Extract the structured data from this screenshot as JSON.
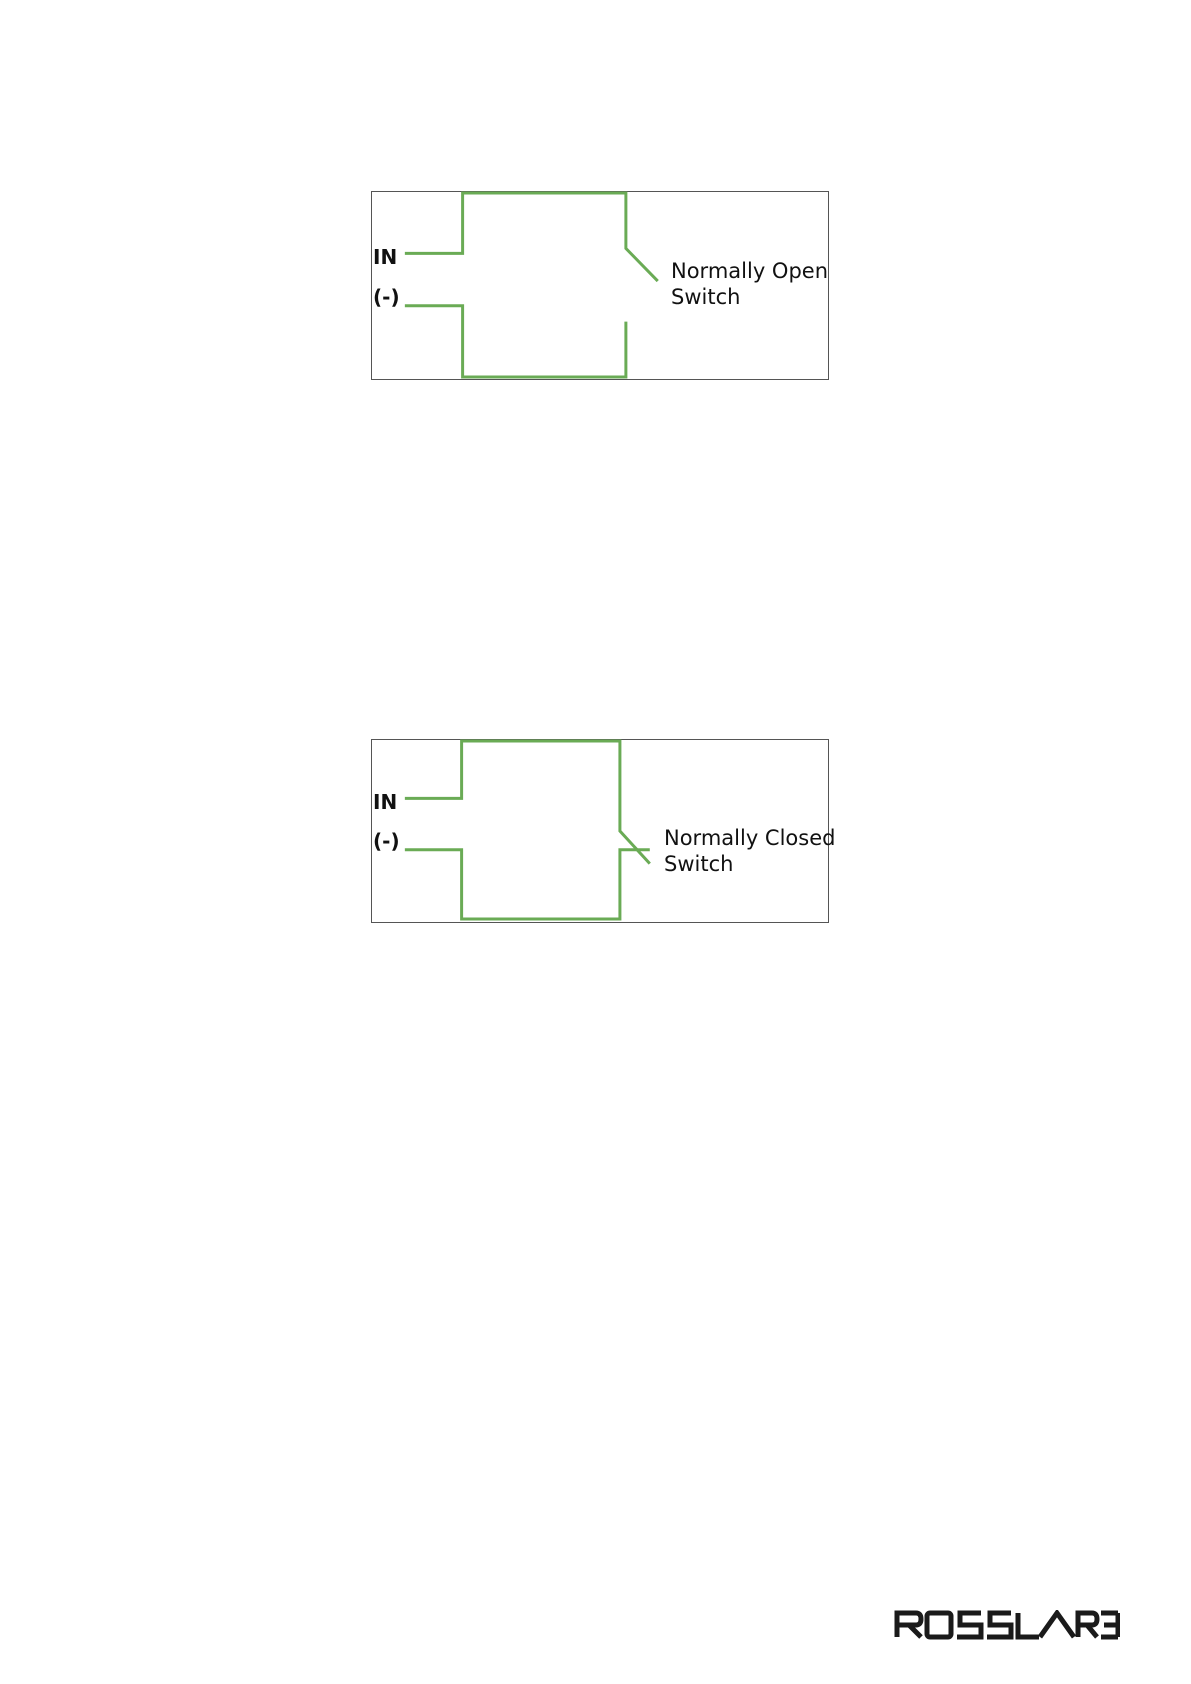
{
  "diagrams": [
    {
      "terminal_in": "IN",
      "terminal_neg": "(-)",
      "label_line1": "Normally Open",
      "label_line2": "Switch"
    },
    {
      "terminal_in": "IN",
      "terminal_neg": "(-)",
      "label_line1": "Normally Closed",
      "label_line2": "Switch"
    }
  ],
  "logo": {
    "name": "ROSSLARE"
  },
  "colors": {
    "wire": "#6aab55",
    "border": "#555555",
    "text": "#111111"
  }
}
